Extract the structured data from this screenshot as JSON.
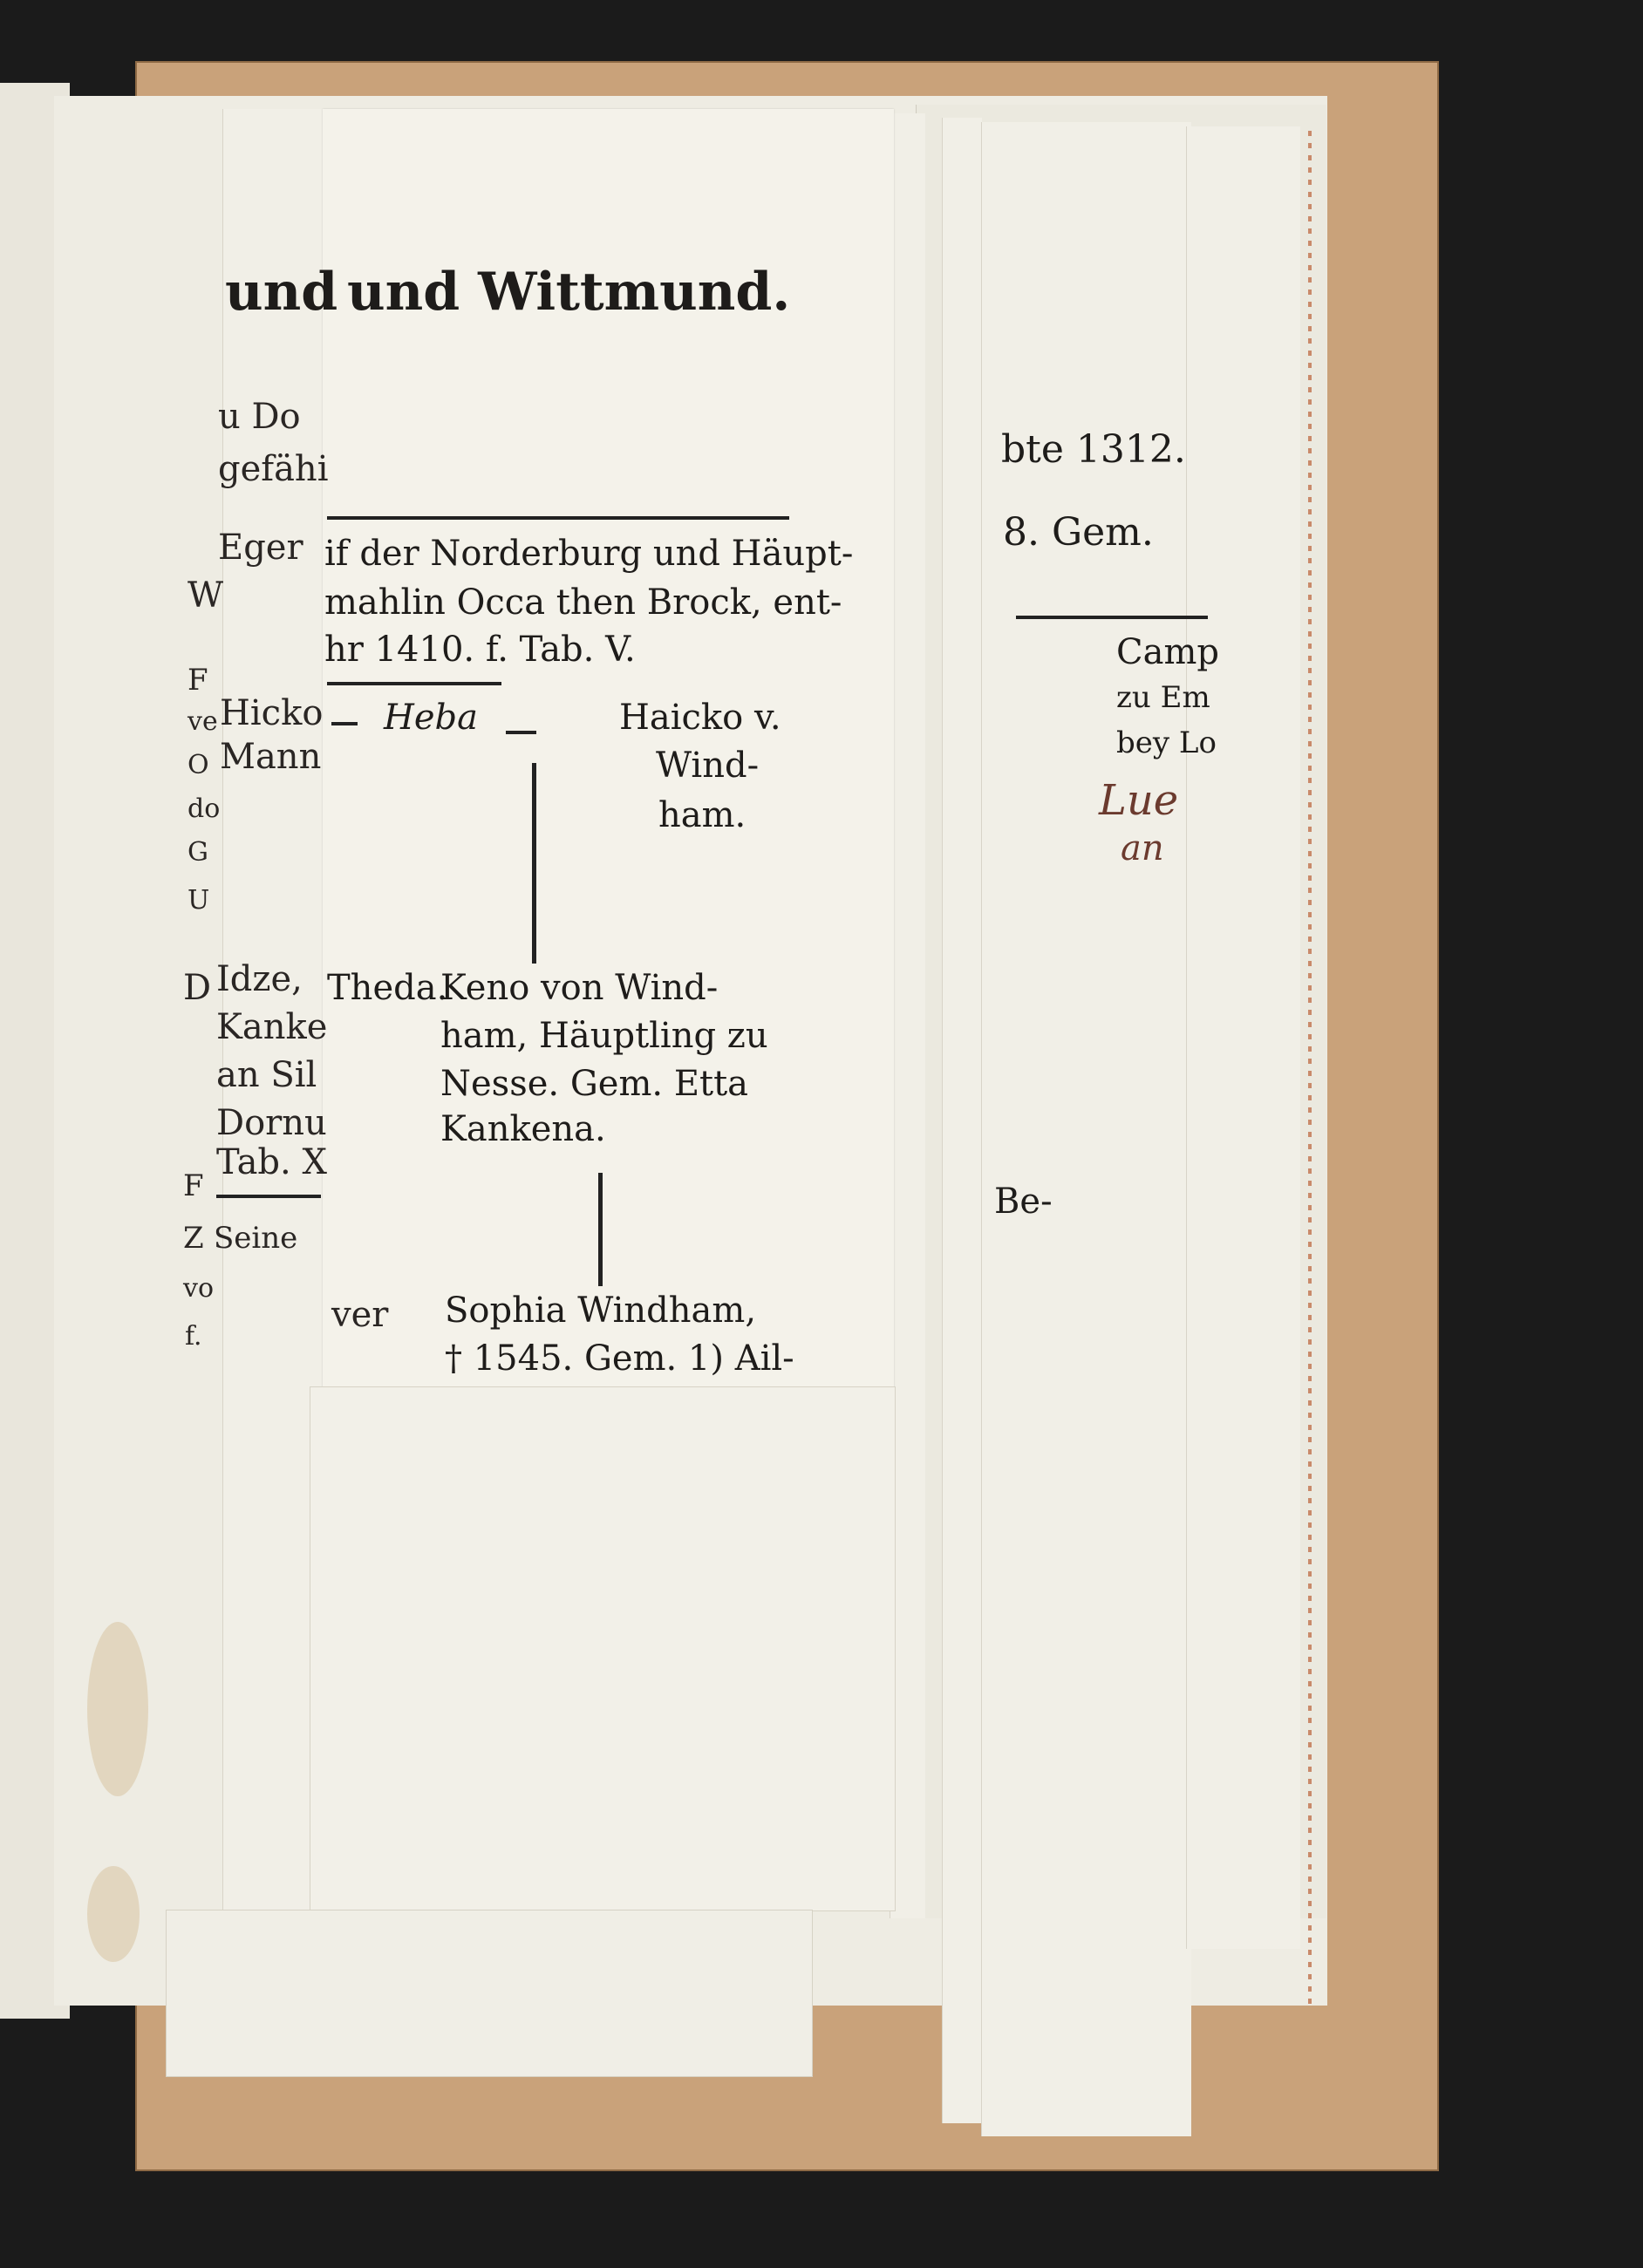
{
  "heading": {
    "left": "und",
    "main": "und Wittmund."
  },
  "top_right": {
    "year": "bte 1312.",
    "gem": "8. Gem."
  },
  "left_fragments": [
    "u Do",
    "gefähi",
    "Eger",
    "Hicko",
    "Mann",
    "Idze,",
    "Kanke",
    "an Sil",
    "Dornu",
    "Tab. X",
    "Seine",
    "ver"
  ],
  "left_edge_letters": [
    "W",
    "F",
    "ve",
    "O",
    "do",
    "G",
    "U",
    "D",
    "F",
    "Z",
    "vo",
    "f."
  ],
  "center_lines": [
    "if der Norderburg und Häupt-",
    "mahlin Occa then Brock, ent-",
    "hr 1410. f. Tab. V."
  ],
  "tree": {
    "heba": "Heba",
    "haicko_1": "Haicko v.",
    "haicko_2": "Wind-",
    "haicko_3": "ham.",
    "theda": "Theda.",
    "keno_1": "Keno von Wind-",
    "keno_2": "ham, Häuptling zu",
    "keno_3": "Nesse. Gem. Etta",
    "keno_4": "Kankena.",
    "sophia_1": "Sophia Windham,",
    "sophia_2": "† 1545. Gem. 1) Ail-"
  },
  "right_fragments": {
    "camp": "Camp",
    "zuem": "zu Em",
    "bey": "bey Lo",
    "be": "Be-"
  },
  "handwriting": [
    "Lue",
    "an"
  ]
}
